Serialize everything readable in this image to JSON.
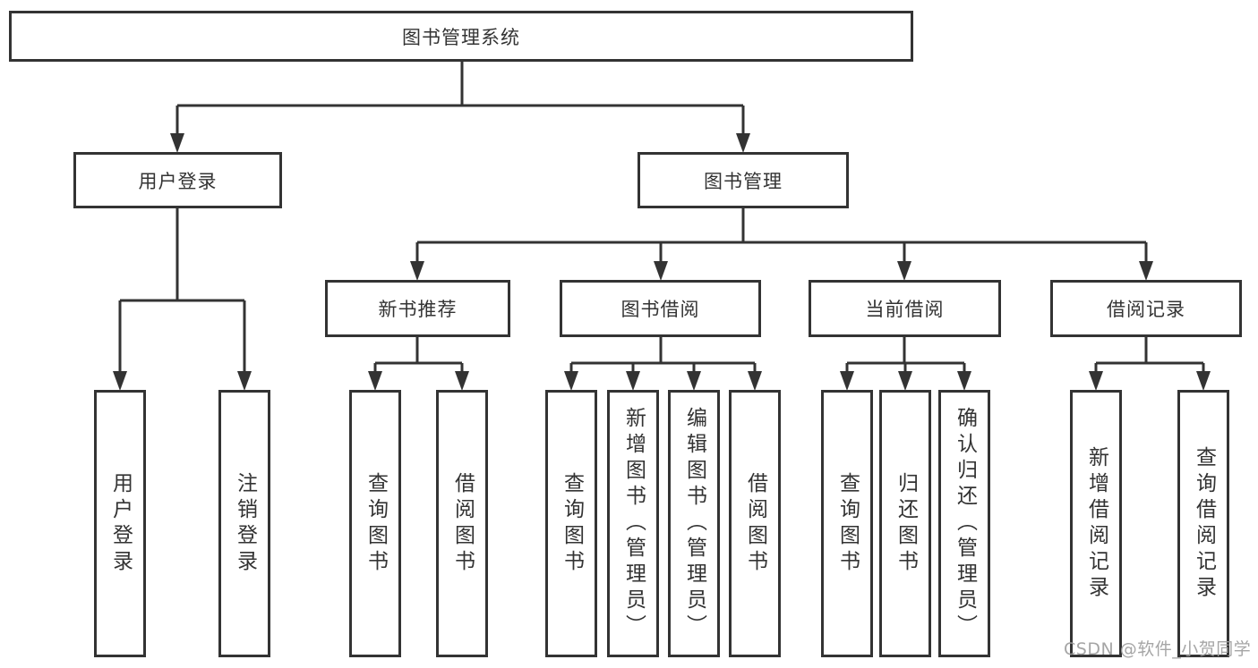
{
  "diagram": {
    "root": {
      "label": "图书管理系统"
    },
    "branches": [
      {
        "label": "用户登录",
        "children": [
          {
            "label": "用户登录"
          },
          {
            "label": "注销登录"
          }
        ]
      },
      {
        "label": "图书管理",
        "children": [
          {
            "label": "新书推荐",
            "children": [
              {
                "label": "查询图书"
              },
              {
                "label": "借阅图书"
              }
            ]
          },
          {
            "label": "图书借阅",
            "children": [
              {
                "label": "查询图书"
              },
              {
                "label": "新增图书（管理员）"
              },
              {
                "label": "编辑图书（管理员）"
              },
              {
                "label": "借阅图书"
              }
            ]
          },
          {
            "label": "当前借阅",
            "children": [
              {
                "label": "查询图书"
              },
              {
                "label": "归还图书"
              },
              {
                "label": "确认归还（管理员）"
              }
            ]
          },
          {
            "label": "借阅记录",
            "children": [
              {
                "label": "新增借阅记录"
              },
              {
                "label": "查询借阅记录"
              }
            ]
          }
        ]
      }
    ]
  },
  "watermark": {
    "text": "CSDN @软件_小贺同学"
  },
  "colors": {
    "line": "#333333",
    "box_border": "#333333",
    "box_fill": "#ffffff",
    "text": "#333333",
    "watermark": "#9e9e9e"
  }
}
